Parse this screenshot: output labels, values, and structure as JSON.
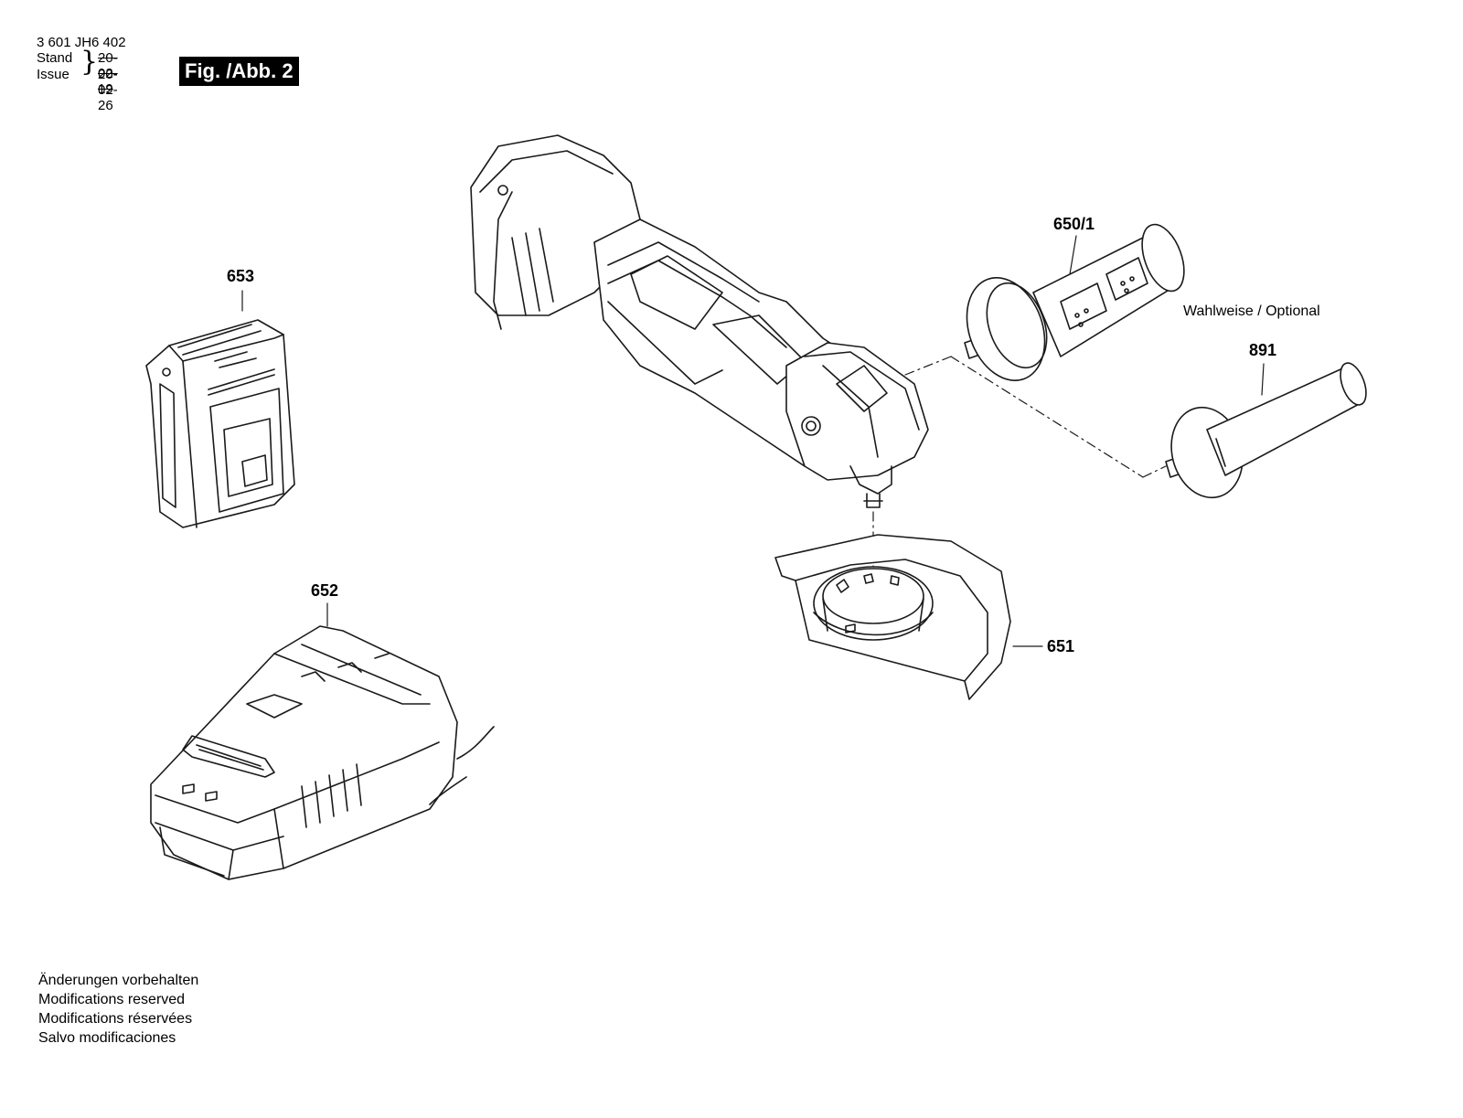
{
  "header": {
    "doc_number": "3 601 JH6 402",
    "stand_label": "Stand",
    "issue_label": "Issue",
    "stand_date": "20-02-19",
    "issue_date": "20-02-26",
    "figure_label": "Fig. /Abb. 2"
  },
  "callouts": {
    "p653": "653",
    "p652": "652",
    "p650_1": "650/1",
    "p891": "891",
    "p651": "651"
  },
  "optional_note": "Wahlweise / Optional",
  "footer": {
    "lines": [
      "Änderungen vorbehalten",
      "Modifications reserved",
      "Modifications réservées",
      "Salvo modificaciones"
    ]
  },
  "colors": {
    "line": "#1a1a1a",
    "background": "#ffffff",
    "figure_box": "#000000"
  }
}
